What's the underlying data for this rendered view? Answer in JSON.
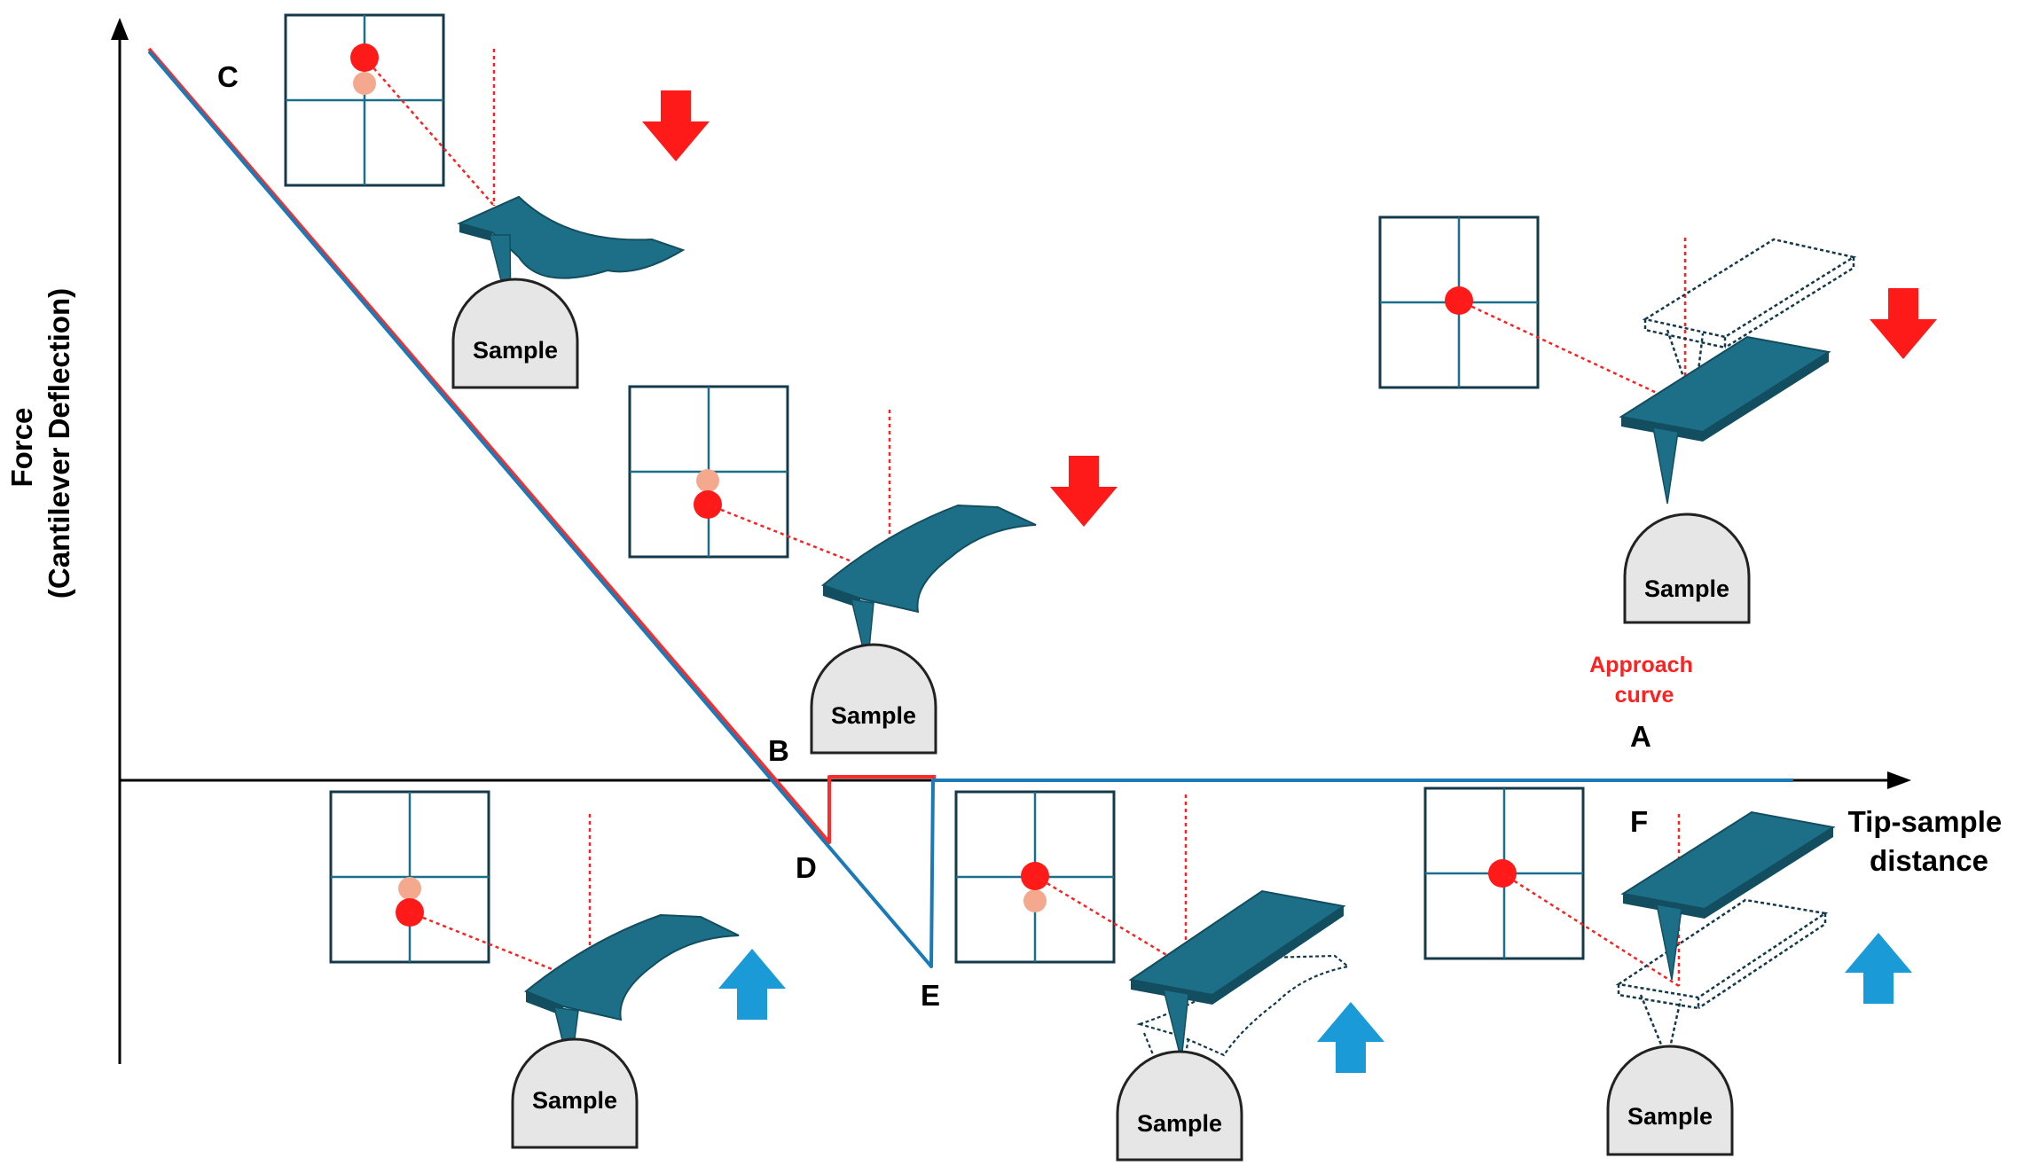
{
  "y_axis_label": {
    "line1": "Force",
    "line2": "(Cantilever Deflection)"
  },
  "x_axis_label": {
    "line1": "Tip-sample",
    "line2": "distance"
  },
  "points": {
    "A": "A",
    "B": "B",
    "C": "C",
    "D": "D",
    "E": "E",
    "F": "F"
  },
  "approach_label": {
    "line1": "Approach",
    "line2": "curve"
  },
  "sample_label": "Sample",
  "colors": {
    "approach": "#ff2a2a",
    "retract": "#1a7ab8",
    "cantilever": "#1c6f86",
    "cantilever_dark": "#124e60",
    "detector_grid": "#1a6f8a",
    "laser": "#ff2020",
    "down_arrow": "#ff1a1a",
    "up_arrow": "#1a9ad6",
    "sample_fill": "#e6e6e6"
  },
  "icons": {
    "down_arrow": "red-down-arrow-icon",
    "up_arrow": "blue-up-arrow-icon",
    "detector": "photodetector-quadrant-icon"
  }
}
